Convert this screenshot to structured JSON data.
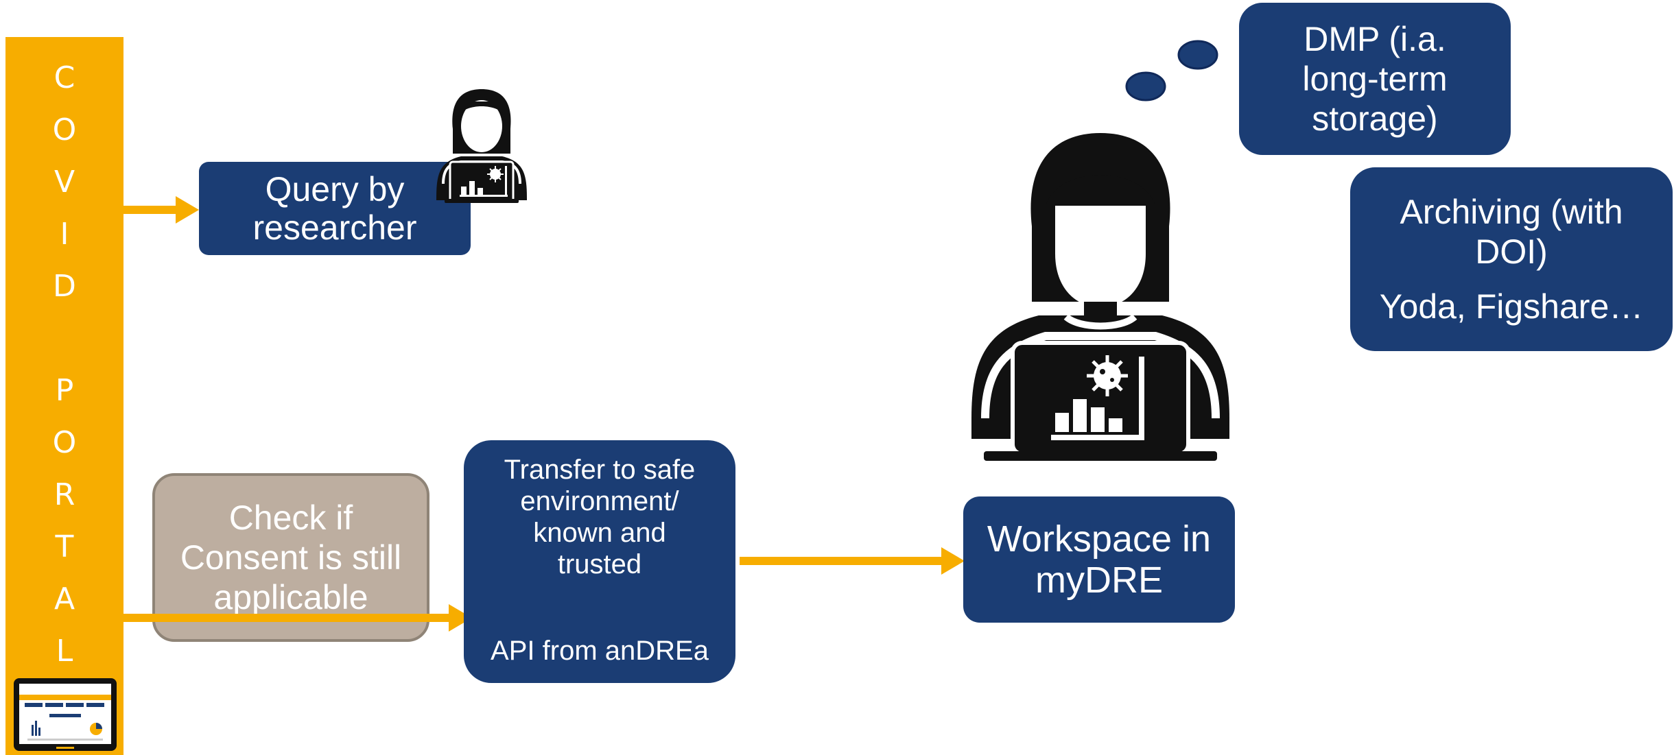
{
  "portal": {
    "letters": [
      "C",
      "O",
      "V",
      "I",
      "D",
      "P",
      "O",
      "R",
      "T",
      "A",
      "L"
    ]
  },
  "boxes": {
    "query": {
      "line1": "Query by",
      "line2": "researcher"
    },
    "consent": {
      "line1": "Check if",
      "line2": "Consent is still",
      "line3": "applicable"
    },
    "transfer": {
      "line1": "Transfer to safe",
      "line2": "environment/",
      "line3": "known and",
      "line4": "trusted",
      "api": "API from anDREa"
    },
    "workspace": {
      "line1": "Workspace in",
      "line2": "myDRE"
    },
    "dmp": {
      "line1": "DMP (i.a.",
      "line2": "long-term",
      "line3": "storage)"
    },
    "archiving": {
      "line1": "Archiving (with",
      "line2": "DOI)",
      "line3": "Yoda, Figshare…"
    }
  },
  "colors": {
    "navy": "#1b3d74",
    "orange": "#f7ad00",
    "taupe": "#bdaea0",
    "taupe_border": "#8f8477"
  },
  "icons": [
    "researcher-icon",
    "researcher-large-icon",
    "laptop-icon",
    "thought-bubble-icon"
  ]
}
